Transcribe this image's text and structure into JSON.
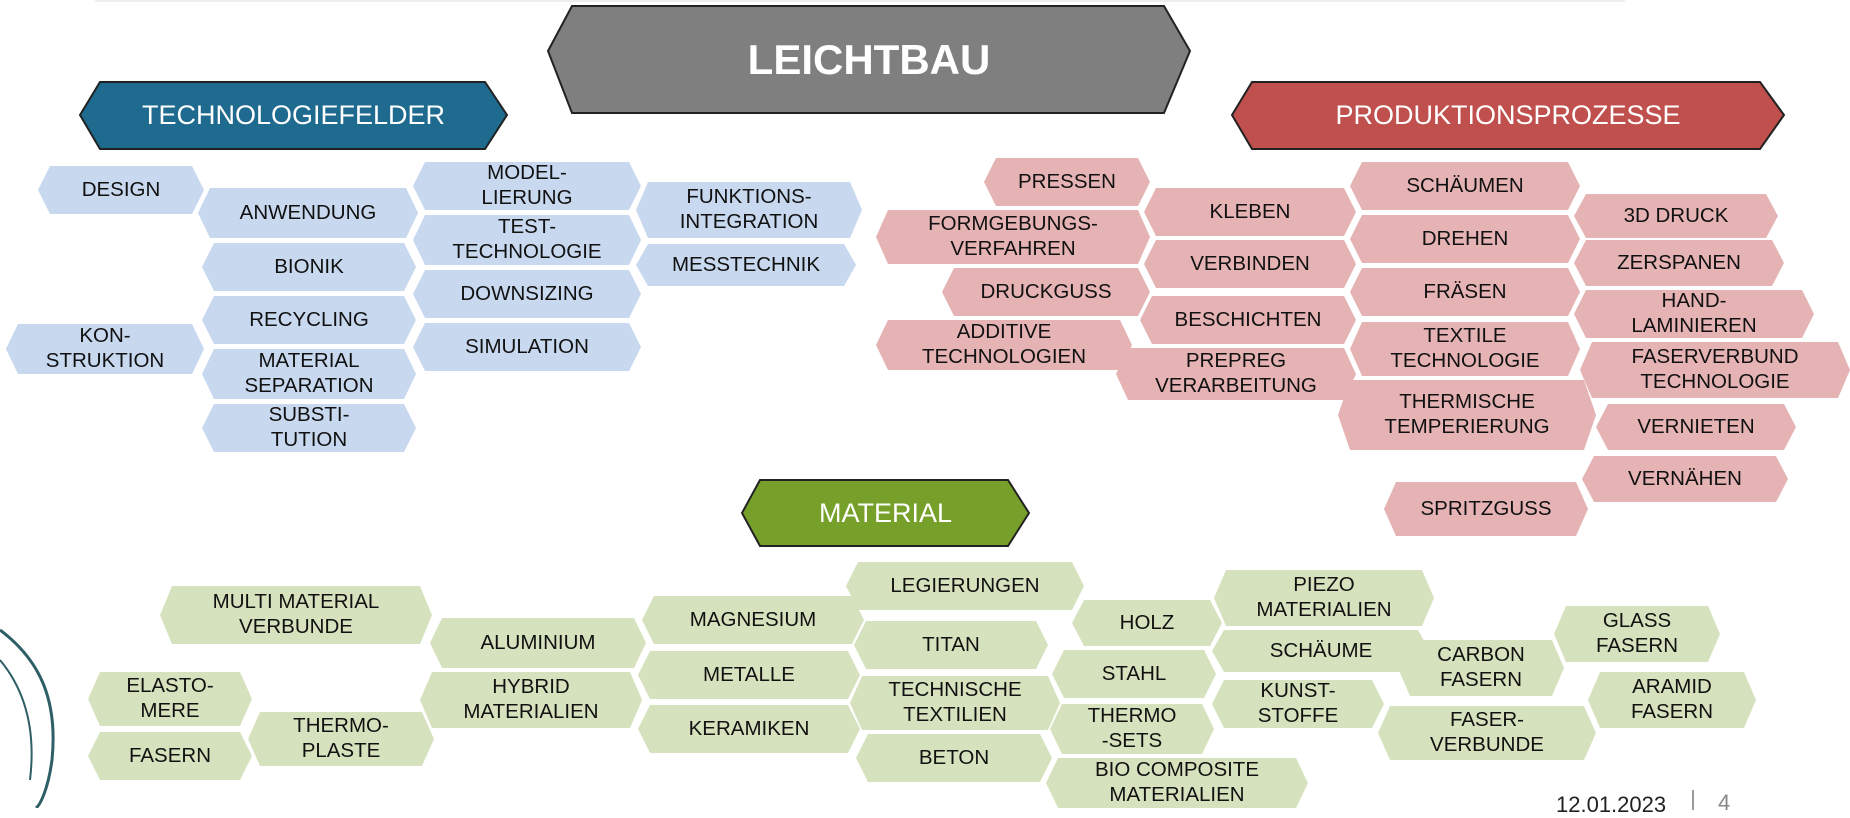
{
  "title": "LEICHTBAU",
  "categories": {
    "technologiefelder": "TECHNOLOGIEFELDER",
    "produktionsprozesse": "PRODUKTIONSPROZESSE",
    "material": "MATERIAL"
  },
  "colors": {
    "title": "#7f7f7f",
    "technologiefelder": "#1f6a8f",
    "produktionsprozesse": "#c0504d",
    "material": "#77a02a",
    "tech_cell": "#c7d8ef",
    "prod_cell": "#e6b3b5",
    "mat_cell": "#d6e2bd"
  },
  "tech": {
    "design": "DESIGN",
    "anwendung": "ANWENDUNG",
    "modellierung": "MODEL-\nLIERUNG",
    "funktionsintegration": "FUNKTIONS-\nINTEGRATION",
    "bionik": "BIONIK",
    "testtechnologie": "TEST-\nTECHNOLOGIE",
    "messtechnik": "MESSTECHNIK",
    "downsizing": "DOWNSIZING",
    "recycling": "RECYCLING",
    "konstruktion": "KON-\nSTRUKTION",
    "simulation": "SIMULATION",
    "materialseparation": "MATERIAL\nSEPARATION",
    "substitution": "SUBSTI-\nTUTION"
  },
  "prod": {
    "pressen": "PRESSEN",
    "schaeumen": "SCHÄUMEN",
    "kleben": "KLEBEN",
    "druck3d": "3D DRUCK",
    "formgebung": "FORMGEBUNGS-\nVERFAHREN",
    "drehen": "DREHEN",
    "verbinden": "VERBINDEN",
    "zerspanen": "ZERSPANEN",
    "druckguss": "DRUCKGUSS",
    "fraesen": "FRÄSEN",
    "handlaminieren": "HAND-\nLAMINIEREN",
    "beschichten": "BESCHICHTEN",
    "additive": "ADDITIVE\nTECHNOLOGIEN",
    "textile": "TEXTILE\nTECHNOLOGIE",
    "faserverbundtech": "FASERVERBUND\nTECHNOLOGIE",
    "prepreg": "PREPREG\nVERARBEITUNG",
    "thermische": "THERMISCHE\nTEMPERIERUNG",
    "vernieten": "VERNIETEN",
    "vernaehen": "VERNÄHEN",
    "spritzguss": "SPRITZGUSS"
  },
  "mat": {
    "legierungen": "LEGIERUNGEN",
    "piezo": "PIEZO\nMATERIALIEN",
    "multimaterial": "MULTI MATERIAL\nVERBUNDE",
    "magnesium": "MAGNESIUM",
    "holz": "HOLZ",
    "glasfasern": "GLASS\nFASERN",
    "aluminium": "ALUMINIUM",
    "titan": "TITAN",
    "schaeume": "SCHÄUME",
    "carbonfasern": "CARBON\nFASERN",
    "elastomere": "ELASTO-\nMERE",
    "hybrid": "HYBRID\nMATERIALIEN",
    "metalle": "METALLE",
    "stahl": "STAHL",
    "aramid": "ARAMID\nFASERN",
    "technische": "TECHNISCHE\nTEXTILIEN",
    "kunststoffe": "KUNST-\nSTOFFE",
    "thermoplaste": "THERMO-\nPLASTE",
    "keramiken": "KERAMIKEN",
    "thermosets": "THERMO\n-SETS",
    "faserverbunde": "FASER-\nVERBUNDE",
    "fasern": "FASERN",
    "beton": "BETON",
    "biocomposite": "BIO COMPOSITE\nMATERIALIEN"
  },
  "footer": {
    "date": "12.01.2023",
    "page": "4"
  }
}
